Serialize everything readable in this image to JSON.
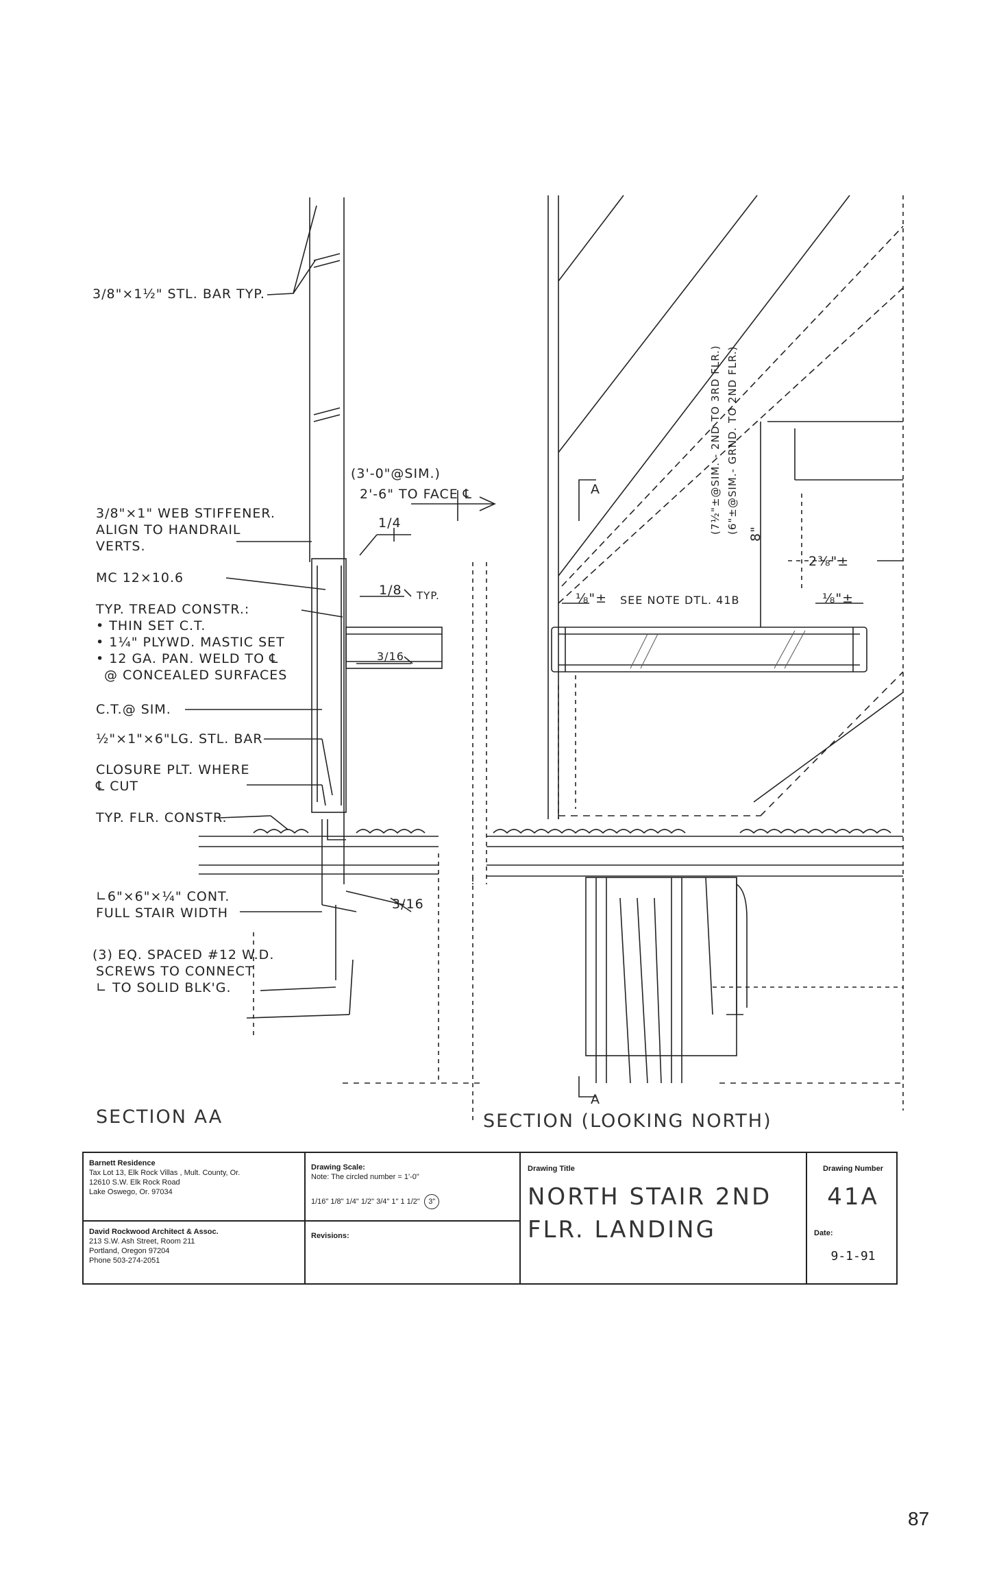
{
  "notes": {
    "bar": "3/8\"×1½\" STL. BAR TYP.",
    "spacing1": "(3'-0\"@SIM.)",
    "spacing2": "2'-6\" TO FACE ℄",
    "weld_quarter": "1/4",
    "web1": "3/8\"×1\" WEB STIFFENER.",
    "web2": "ALIGN TO HANDRAIL",
    "web3": "VERTS.",
    "mc": "MC 12×10.6",
    "tread1": "TYP. TREAD CONSTR.:",
    "tread2": "• THIN SET C.T.",
    "tread3": "• 1¼\" PLYWD. MASTIC SET",
    "tread4": "• 12 GA. PAN. WELD TO ℄",
    "tread5": "@ CONCEALED SURFACES",
    "weld_eighth": "1/8",
    "typ": "TYP.",
    "weld_sixteenth": "3/16",
    "ct": "C.T.@ SIM.",
    "angle": "½\"×1\"×6\"LG. STL. BAR",
    "closure1": "CLOSURE PLT. WHERE",
    "closure2": "℄ CUT",
    "floor": "TYP. FLR. CONSTR.",
    "lcont1": "∟6\"×6\"×¼\" CONT.",
    "lcont2": "FULL STAIR WIDTH",
    "weld_316b": "3/16",
    "screws1": "(3) EQ. SPACED #12 W.D.",
    "screws2": "SCREWS TO CONNECT",
    "screws3": "∟ TO SOLID BLK'G.",
    "section_a": "A",
    "vert1": "(7½\"±@SIM. - 2ND TO 3RD FLR.)",
    "vert2": "(6\"±@SIM.- GRND. TO 2ND FLR.)",
    "eight": "8\"",
    "dim_238": "2⅜\"±",
    "dim_18a": "⅛\"±",
    "see_note": "SEE NOTE DTL. 41B",
    "dim_18b": "⅛\"±",
    "section_a2": "A",
    "section_aa": "SECTION AA",
    "section_north": "SECTION (LOOKING NORTH)"
  },
  "title_block": {
    "project_name": "Barnett Residence",
    "project_line1": "Tax Lot 13, Elk Rock Villas , Mult. County, Or.",
    "project_line2": "12610 S.W. Elk Rock Road",
    "project_line3": "Lake Oswego, Or. 97034",
    "architect_name": "David Rockwood Architect & Assoc.",
    "architect_line1": "213 S.W. Ash Street, Room 211",
    "architect_line2": "Portland, Oregon 97204",
    "architect_line3": "Phone 503-274-2051",
    "scale_label": "Drawing Scale:",
    "scale_note": "Note: The circled number = 1'-0\"",
    "scale_options": "1/16\"  1/8\"   1/4\"   1/2\"   3/4\"   1\"   1 1/2\"",
    "scale_circled": "3\"",
    "revisions_label": "Revisions:",
    "title_label": "Drawing Title",
    "title_line1": "NORTH STAIR 2ND",
    "title_line2": "FLR. LANDING",
    "number_label": "Drawing Number",
    "number_value": "41A",
    "date_label": "Date:",
    "date_value": "9-1-91"
  },
  "page_number": "87"
}
